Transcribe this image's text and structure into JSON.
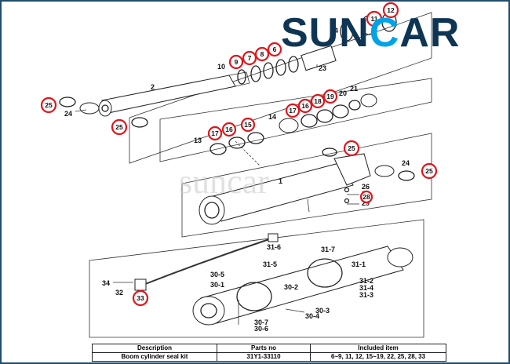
{
  "logo": {
    "pre": "SUN",
    "accent": "C",
    "post": "AR"
  },
  "watermark": "suncar",
  "table": {
    "headers": [
      "Description",
      "Parts no",
      "Included item"
    ],
    "rows": [
      [
        "Boom cylinder seal kit",
        "31Y1-33110",
        "6~9, 11, 12, 15~19, 22, 25, 28, 33"
      ]
    ]
  },
  "plain_labels": [
    "1",
    "2",
    "4",
    "10",
    "13",
    "14",
    "20",
    "21",
    "23",
    "24",
    "24",
    "26",
    "27",
    "29",
    "31-6",
    "31-7",
    "31-5",
    "31-1",
    "31-2",
    "31-4",
    "31-3",
    "30-5",
    "30-1",
    "30-2",
    "30-3",
    "30-4",
    "30-7",
    "30-6",
    "34",
    "32"
  ],
  "callouts": [
    "11",
    "12",
    "9",
    "7",
    "8",
    "6",
    "25",
    "25",
    "17",
    "16",
    "18",
    "19",
    "17",
    "16",
    "15",
    "25",
    "28",
    "25",
    "33"
  ],
  "colors": {
    "callout_ring": "#e0161c",
    "logo_dark": "#0e3553",
    "logo_accent": "#00a3e6",
    "frame": "#1f4e6b"
  }
}
